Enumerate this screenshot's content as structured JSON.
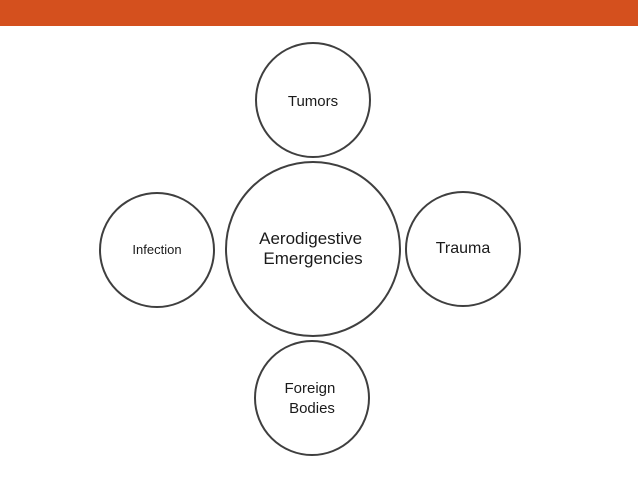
{
  "slide": {
    "accent_color": "#d4501e"
  },
  "diagram": {
    "center": {
      "lines": [
        "Aerodigestive",
        "Emergencies"
      ]
    },
    "nodes": [
      {
        "key": "top",
        "lines": [
          "Tumors"
        ]
      },
      {
        "key": "right",
        "lines": [
          "Trauma"
        ]
      },
      {
        "key": "bottom",
        "lines": [
          "Foreign",
          "Bodies"
        ]
      },
      {
        "key": "left",
        "lines": [
          "Infection"
        ]
      }
    ]
  }
}
